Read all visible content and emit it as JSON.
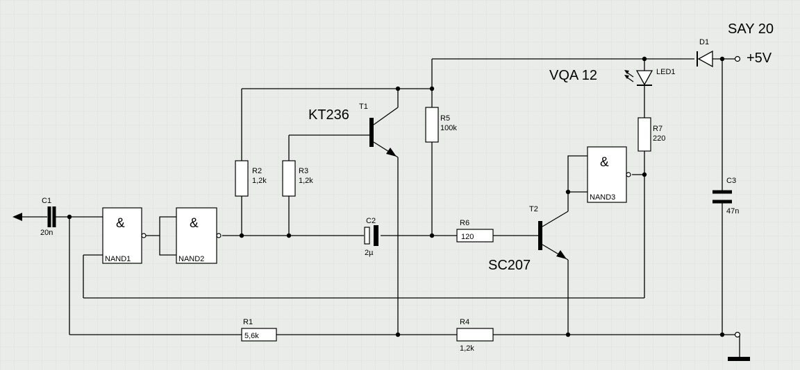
{
  "title": "SAY 20",
  "supply": "+5V",
  "components": {
    "c1": {
      "ref": "C1",
      "value": "20n"
    },
    "c2": {
      "ref": "C2",
      "value": "2µ"
    },
    "c3": {
      "ref": "C3",
      "value": "47n"
    },
    "r1": {
      "ref": "R1",
      "value": "5,6k"
    },
    "r2": {
      "ref": "R2",
      "value": "1,2k"
    },
    "r3": {
      "ref": "R3",
      "value": "1,2k"
    },
    "r4": {
      "ref": "R4",
      "value": "1,2k"
    },
    "r5": {
      "ref": "R5",
      "value": "100k"
    },
    "r6": {
      "ref": "R6",
      "value": "120"
    },
    "r7": {
      "ref": "R7",
      "value": "220"
    },
    "t1": {
      "ref": "T1",
      "type": "KT236"
    },
    "t2": {
      "ref": "T2",
      "type": "SC207"
    },
    "d1": {
      "ref": "D1"
    },
    "led1": {
      "ref": "LED1",
      "type": "VQA 12"
    },
    "nand1": {
      "ref": "NAND1",
      "symbol": "&"
    },
    "nand2": {
      "ref": "NAND2",
      "symbol": "&"
    },
    "nand3": {
      "ref": "NAND3",
      "symbol": "&"
    }
  }
}
